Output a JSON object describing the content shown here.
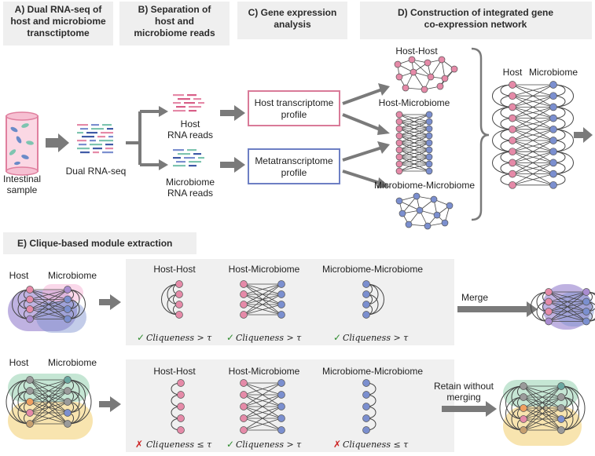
{
  "headers": {
    "a": [
      "A) Dual RNA-seq of",
      "host and microbiome",
      "transctiptome"
    ],
    "b": [
      "B) Separation of",
      "host and",
      "microbiome reads"
    ],
    "c": [
      "C) Gene expression",
      "analysis"
    ],
    "d": [
      "D) Construction of integrated gene",
      "co-expression network"
    ],
    "e": "E) Clique-based module extraction"
  },
  "panel_a": {
    "sample_label": [
      "Intestinal",
      "sample"
    ],
    "dualseq_label": "Dual RNA-seq"
  },
  "panel_b": {
    "host_label": [
      "Host",
      "RNA reads"
    ],
    "microbe_label": [
      "Microbiome",
      "RNA reads"
    ]
  },
  "panel_c": {
    "host_profile": [
      "Host transcriptome",
      "profile"
    ],
    "meta_profile": [
      "Metatranscriptome",
      "profile"
    ]
  },
  "panel_d": {
    "hh": "Host-Host",
    "hm": "Host-Microbiome",
    "mm": "Microbiome-Microbiome",
    "host": "Host",
    "microbiome": "Microbiome"
  },
  "panel_e": {
    "host": "Host",
    "microbiome": "Microbiome",
    "hh": "Host-Host",
    "hm": "Host-Microbiome",
    "mm": "Microbiome-Microbiome",
    "merge": "Merge",
    "retain": [
      "Retain without",
      "merging"
    ],
    "row1_conditions": [
      "Cliqueness > τ",
      "Cliqueness > τ",
      "Cliqueness > τ"
    ],
    "row2_conditions": [
      "Cliqueness ≤ τ",
      "Cliqueness > τ",
      "Cliqueness ≤ τ"
    ],
    "check": "✓",
    "cross": "✗"
  },
  "colors": {
    "host": "#e58aa8",
    "microbe": "#7b8fcf",
    "header_bg": "#efefef",
    "panel_bg": "#f0f0f0",
    "arrow": "#7a7a7a",
    "purple_blob": "#8a72c8",
    "green_blob": "#9fd6b8",
    "yellow_blob": "#f3d27a",
    "grey_node": "#9a9a9a",
    "orange_node": "#f0a060",
    "check": "#2e8b2e",
    "cross": "#cc2222"
  }
}
